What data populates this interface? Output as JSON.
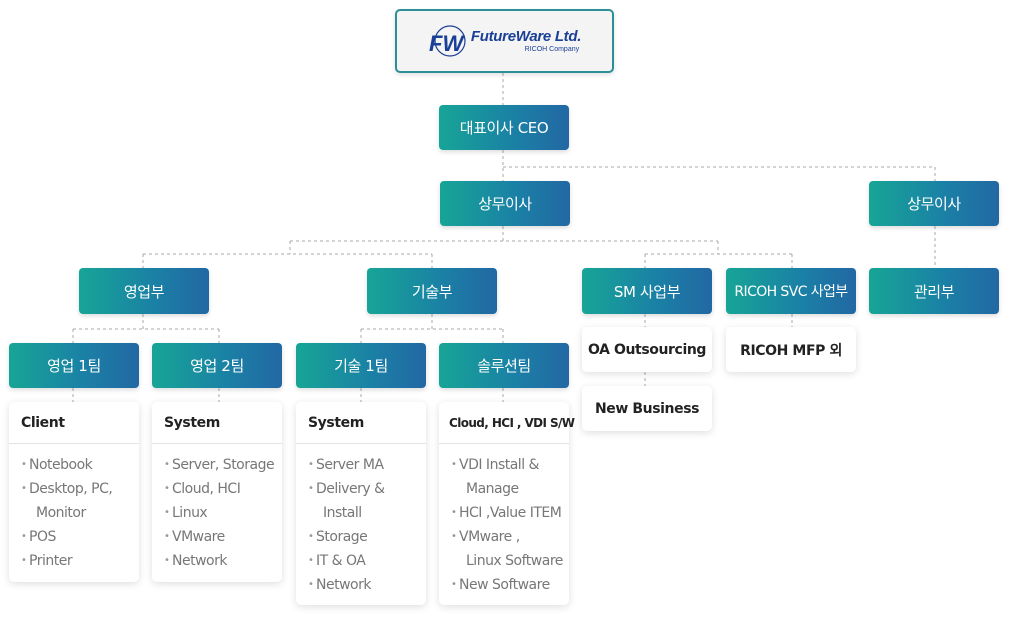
{
  "logo": {
    "mark_text": "FW",
    "name": "FutureWare Ltd.",
    "sub": "RICOH Company",
    "color": "#1a3f96"
  },
  "colors": {
    "node_gradient_start": "#17a596",
    "node_gradient_end": "#2268a4",
    "connector": "#aaaaaa"
  },
  "nodes": {
    "ceo": "대표이사 CEO",
    "exec_left": "상무이사",
    "exec_right": "상무이사",
    "sales": "영업부",
    "tech": "기술부",
    "sm": "SM 사업부",
    "ricoh_svc": "RICOH SVC 사업부",
    "admin": "관리부",
    "sales_team1": "영업 1팀",
    "sales_team2": "영업 2팀",
    "tech_team1": "기술 1팀",
    "solution_team": "솔루션팀"
  },
  "sm_items": [
    "OA Outsourcing",
    "New Business"
  ],
  "ricoh_svc_item": "RICOH MFP 외",
  "cards": {
    "sales_team1": {
      "title": "Client",
      "items": [
        {
          "text": "Notebook"
        },
        {
          "text": "Desktop, PC,"
        },
        {
          "text": "Monitor",
          "cont": true
        },
        {
          "text": "POS"
        },
        {
          "text": "Printer"
        }
      ]
    },
    "sales_team2": {
      "title": "System",
      "items": [
        {
          "text": "Server, Storage"
        },
        {
          "text": "Cloud, HCI"
        },
        {
          "text": "Linux"
        },
        {
          "text": "VMware"
        },
        {
          "text": "Network"
        }
      ]
    },
    "tech_team1": {
      "title": "System",
      "items": [
        {
          "text": "Server MA"
        },
        {
          "text": "Delivery &"
        },
        {
          "text": "Install",
          "cont": true
        },
        {
          "text": "Storage"
        },
        {
          "text": "IT & OA"
        },
        {
          "text": "Network"
        }
      ]
    },
    "solution_team": {
      "title": "Cloud, HCI , VDI S/W",
      "items": [
        {
          "text": "VDI Install &"
        },
        {
          "text": "Manage",
          "cont": true
        },
        {
          "text": "HCI ,Value ITEM"
        },
        {
          "text": "VMware ,"
        },
        {
          "text": "Linux Software",
          "cont": true
        },
        {
          "text": "New Software"
        }
      ]
    }
  }
}
